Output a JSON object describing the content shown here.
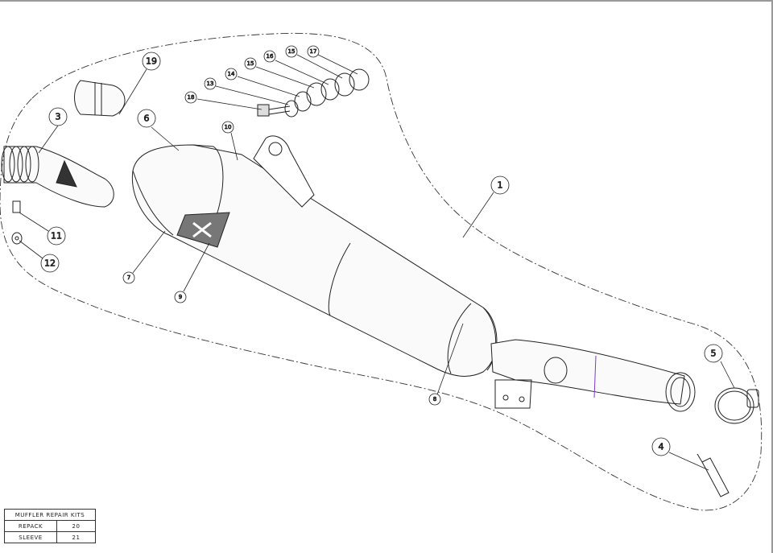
{
  "callouts": {
    "c1": "1",
    "c3": "3",
    "c4": "4",
    "c5": "5",
    "c6": "6",
    "c7": "7",
    "c8": "8",
    "c9": "9",
    "c10": "10",
    "c11": "11",
    "c12": "12",
    "c13": "13",
    "c14": "14",
    "c15a": "15",
    "c15b": "15",
    "c16": "16",
    "c17": "17",
    "c18": "18",
    "c19": "19"
  },
  "kits_table": {
    "title": "MUFFLER REPAIR KITS",
    "rows": [
      {
        "name": "REPACK",
        "number": "20"
      },
      {
        "name": "SLEEVE",
        "number": "21"
      }
    ]
  },
  "colors": {
    "line": "#222222",
    "accent": "#7a3cc8"
  }
}
